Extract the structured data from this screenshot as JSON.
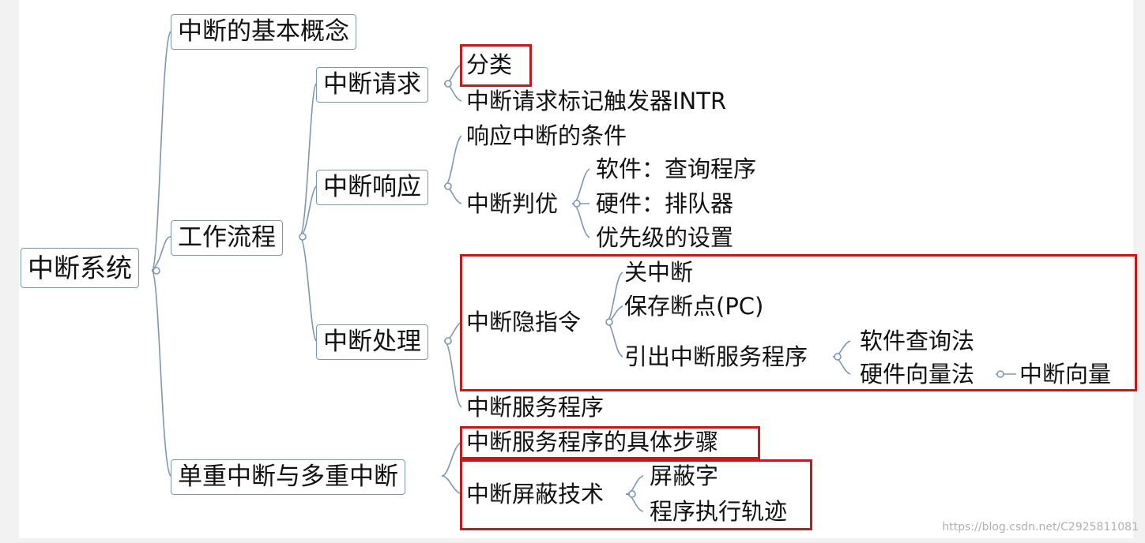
{
  "root": "中断系统",
  "level1": [
    "中断的基本概念",
    "工作流程",
    "单重中断与多重中断"
  ],
  "workflow": [
    "中断请求",
    "中断响应",
    "中断处理"
  ],
  "request": [
    "分类",
    "中断请求标记触发器INTR"
  ],
  "response": [
    "响应中断的条件",
    "中断判优"
  ],
  "priority": [
    "软件：查询程序",
    "硬件：排队器",
    "优先级的设置"
  ],
  "handling": [
    "中断隐指令",
    "中断服务程序"
  ],
  "implicit": [
    "关中断",
    "保存断点(PC)",
    "引出中断服务程序"
  ],
  "isr_entry": [
    "软件查询法",
    "硬件向量法"
  ],
  "vector": "中断向量",
  "multi": [
    "中断服务程序的具体步骤",
    "中断屏蔽技术"
  ],
  "mask": [
    "屏蔽字",
    "程序执行轨迹"
  ],
  "watermark": "https://blog.csdn.net/C2925811081",
  "colors": {
    "connector": "#7e97b0",
    "highlight": "#c11a1a",
    "box_border": "#7e97b0"
  }
}
